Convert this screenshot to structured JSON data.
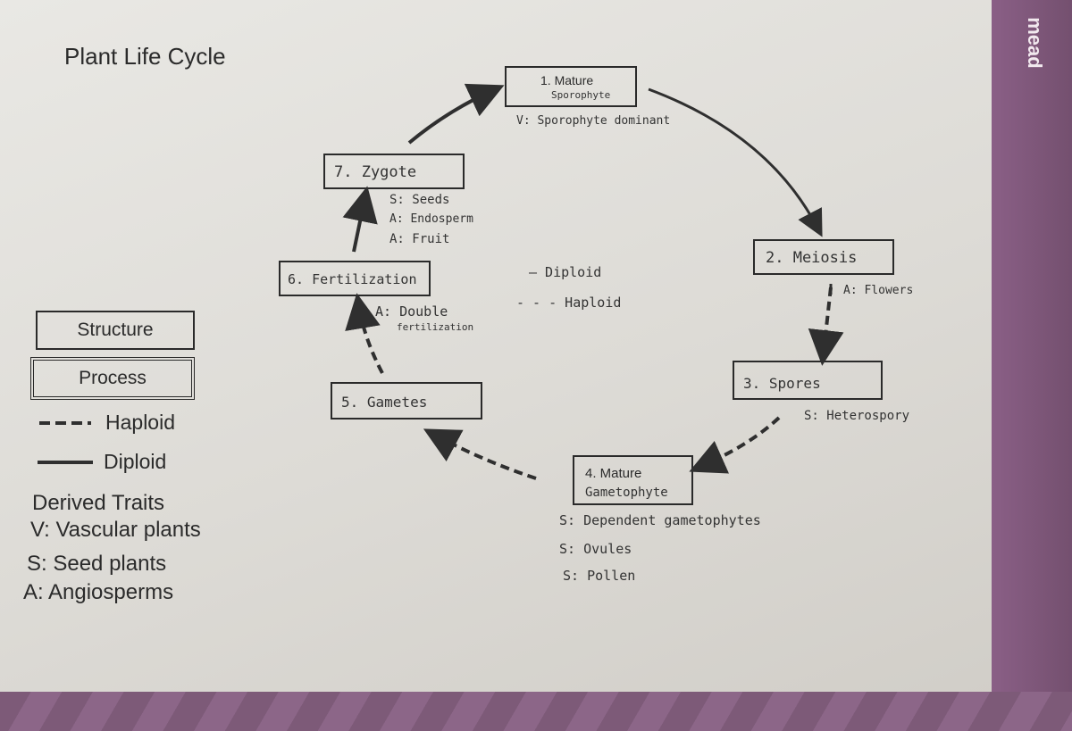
{
  "title": "Plant Life Cycle",
  "brand": "mead",
  "legend": {
    "structure": "Structure",
    "process": "Process",
    "haploid": "Haploid",
    "diploid": "Diploid"
  },
  "derived_traits": {
    "heading": "Derived Traits",
    "v": "V: Vascular plants",
    "s": "S: Seed plants",
    "a": "A: Angiosperms"
  },
  "stages": {
    "s1_line1": "1. Mature",
    "s1_line2": "Sporophyte",
    "s1_note": "V: Sporophyte dominant",
    "s2": "2. Meiosis",
    "s2_note": "A: Flowers",
    "s3": "3. Spores",
    "s3_note": "S: Heterospory",
    "s4_line1": "4. Mature",
    "s4_line2": "Gametophyte",
    "s4_note1": "S: Dependent gametophytes",
    "s4_note2": "S: Ovules",
    "s4_note3": "S: Pollen",
    "s5": "5. Gametes",
    "s6": "6. Fertilization",
    "s6_note1": "A: Double",
    "s6_note2": "fertilization",
    "s7": "7. Zygote",
    "s7_note1": "S: Seeds",
    "s7_note2": "A: Endosperm",
    "s7_note3": "A: Fruit"
  },
  "center_key": {
    "diploid": "— Diploid",
    "haploid": "- - - Haploid"
  }
}
